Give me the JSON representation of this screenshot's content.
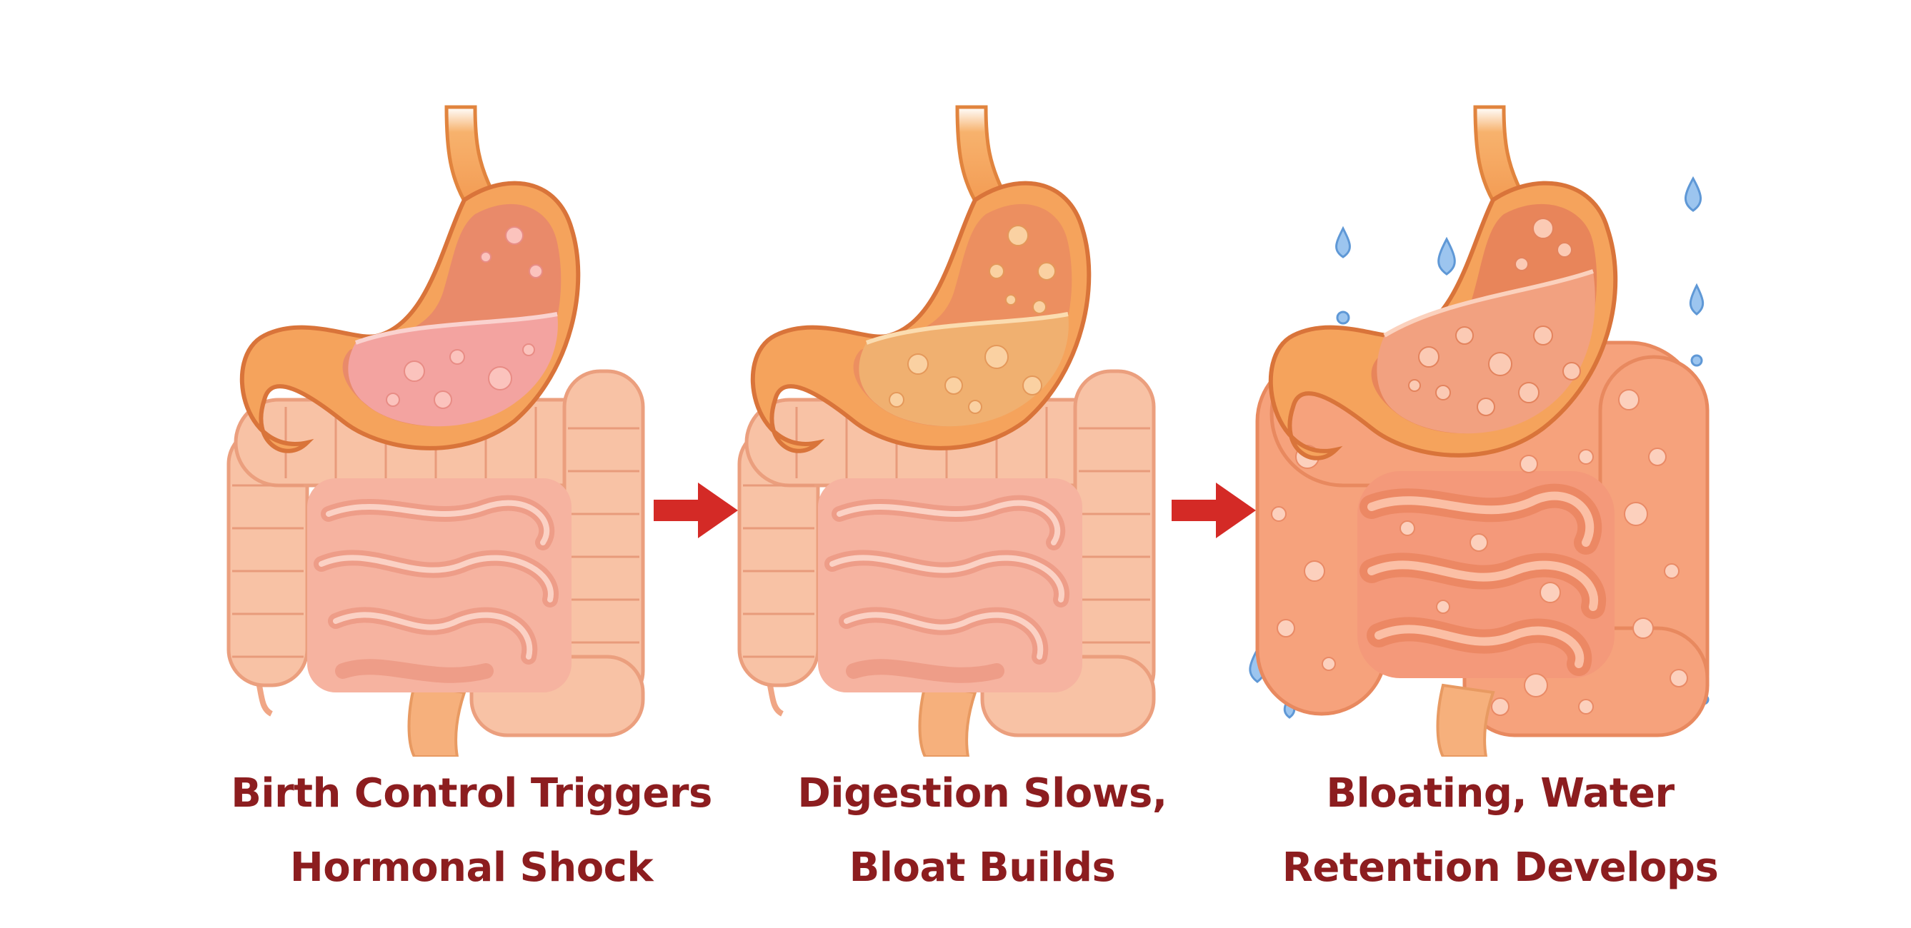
{
  "panels": [
    {
      "id": "stage-1",
      "caption_line1": "Birth Control Triggers",
      "caption_line2": "Hormonal Shock",
      "state": "normal"
    },
    {
      "id": "stage-2",
      "caption_line1": "Digestion Slows,",
      "caption_line2": "Bloat Builds",
      "state": "slowing"
    },
    {
      "id": "stage-3",
      "caption_line1": "Bloating, Water",
      "caption_line2": "Retention Develops",
      "state": "bloated"
    }
  ],
  "arrows": [
    "right-arrow",
    "right-arrow"
  ],
  "colors": {
    "caption": "#8c1d1f",
    "arrow": "#d42a26",
    "stomach_wall": "#f5a35c",
    "stomach_outline": "#d9743a",
    "intestine": "#f7b99a",
    "fluid_normal": "#f3a3a0",
    "fluid_slowing": "#f0b070",
    "fluid_bloated": "#f2a180",
    "water_drop": "#7fb3e8"
  }
}
